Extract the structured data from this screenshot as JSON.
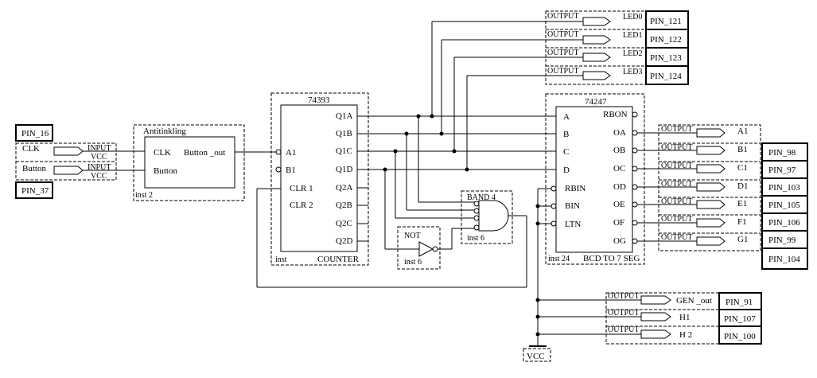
{
  "pins": {
    "clk_pin": "PIN_16",
    "button_pin": "PIN_37",
    "led0": "PIN_121",
    "led1": "PIN_122",
    "led2": "PIN_123",
    "led3": "PIN_124",
    "b1": "PIN_98",
    "c1": "PIN_97",
    "d1": "PIN_103",
    "e1": "PIN_105",
    "f1": "PIN_106",
    "g1": "PIN_99",
    "g1b": "PIN_104",
    "gen": "PIN_91",
    "h1": "PIN_107",
    "h2": "PIN_100"
  },
  "inputs": {
    "clk_label": "CLK",
    "button_label": "Button",
    "input_word": "INPUT",
    "vcc_word": "VCC"
  },
  "antitinkling": {
    "title": "Antitinkling",
    "in1": "CLK",
    "in2": "Button",
    "out": "Button _out",
    "inst": "inst 2"
  },
  "counter": {
    "title": "74393",
    "in_a": "A1",
    "in_b": "B1",
    "clr1": "CLR 1",
    "clr2": "CLR 2",
    "q1a": "Q1A",
    "q1b": "Q1B",
    "q1c": "Q1C",
    "q1d": "Q1D",
    "q2a": "Q2A",
    "q2b": "Q2B",
    "q2c": "Q2C",
    "q2d": "Q2D",
    "inst": "inst",
    "name": "COUNTER"
  },
  "band": {
    "title": "BAND 4",
    "inst": "inst 6"
  },
  "not_gate": {
    "title": "NOT",
    "inst": "inst 6"
  },
  "decoder": {
    "title": "74247",
    "a": "A",
    "b": "B",
    "c": "C",
    "d": "D",
    "rbin": "RBIN",
    "bin": "BIN",
    "ltn": "LTN",
    "rbon": "RBON",
    "oa": "OA",
    "ob": "OB",
    "oc": "OC",
    "od": "OD",
    "oe": "OE",
    "of": "OF",
    "og": "OG",
    "inst": "inst 24",
    "name": "BCD TO 7 SEG"
  },
  "outputs": {
    "word": "OUTPUT",
    "led0": "LED0",
    "led1": "LED1",
    "led2": "LED2",
    "led3": "LED3",
    "a1": "A1",
    "b1": "B1",
    "c1": "C1",
    "d1": "D1",
    "e1": "E1",
    "f1": "F1",
    "g1": "G1",
    "gen": "GEN _out",
    "h1": "H1",
    "h2": "H 2"
  },
  "vcc": "VCC"
}
